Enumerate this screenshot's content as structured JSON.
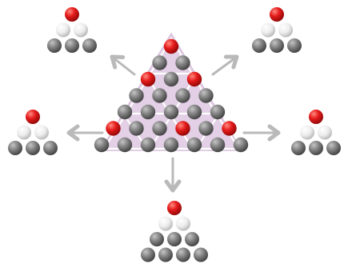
{
  "diagram": {
    "colors": {
      "red": "#e51b1b",
      "white": "#f2f2f2",
      "gray": "#7d7d7d",
      "triangle_fill": "#e3cfe6",
      "triangle_stroke": "#d8c2dc",
      "arrow": "#b9b9b9"
    },
    "center_rows": [
      [
        "red"
      ],
      [
        "gray",
        "gray"
      ],
      [
        "red",
        "gray",
        "red"
      ],
      [
        "gray",
        "gray",
        "gray",
        "gray"
      ],
      [
        "gray",
        "gray",
        "gray",
        "gray",
        "gray"
      ],
      [
        "red",
        "gray",
        "gray",
        "red",
        "gray",
        "red"
      ],
      [
        "gray",
        "gray",
        "gray",
        "gray",
        "gray",
        "gray",
        "gray"
      ]
    ],
    "small_pyramid_rows": [
      [
        "red"
      ],
      [
        "white",
        "white"
      ],
      [
        "gray",
        "gray",
        "gray"
      ]
    ],
    "bottom_pyramid_rows": [
      [
        "red"
      ],
      [
        "white",
        "white"
      ],
      [
        "gray",
        "gray",
        "gray"
      ],
      [
        "gray",
        "gray",
        "gray",
        "gray"
      ]
    ],
    "arrow_directions": [
      "up-left",
      "up-right",
      "left",
      "right",
      "down"
    ]
  }
}
